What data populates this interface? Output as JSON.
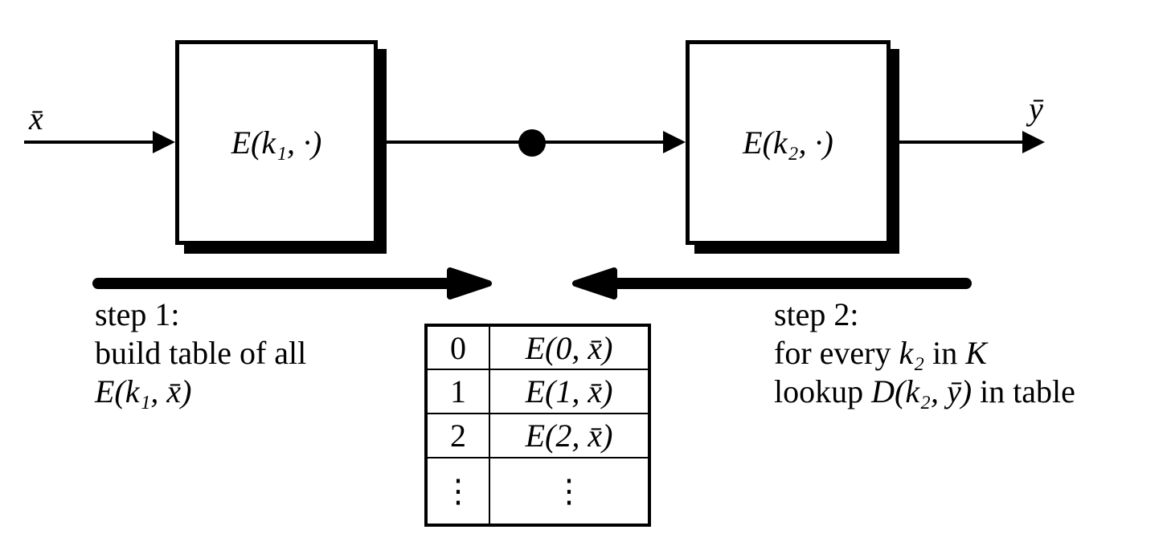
{
  "diagram": {
    "input_label": "x̄",
    "output_label": "ȳ",
    "block1_label": "E(k₁, ·)",
    "block2_label": "E(k₂, ·)"
  },
  "step1": {
    "line1": "step 1:",
    "line2": "build table of all",
    "line3_math": "E(k₁, x̄)"
  },
  "step2": {
    "line1": "step 2:",
    "line2_text1": "for every ",
    "line2_math1": "k₂",
    "line2_text2": " in ",
    "line2_math2": "K",
    "line3_text1": "lookup ",
    "line3_math1": "D(k₂, ȳ)",
    "line3_text2": " in table"
  },
  "table": {
    "rows": [
      {
        "key": "0",
        "value": "E(0, x̄)"
      },
      {
        "key": "1",
        "value": "E(1, x̄)"
      },
      {
        "key": "2",
        "value": "E(2, x̄)"
      },
      {
        "key": "⋮",
        "value": "⋮"
      }
    ]
  },
  "colors": {
    "ink": "#000000",
    "background": "#ffffff"
  }
}
